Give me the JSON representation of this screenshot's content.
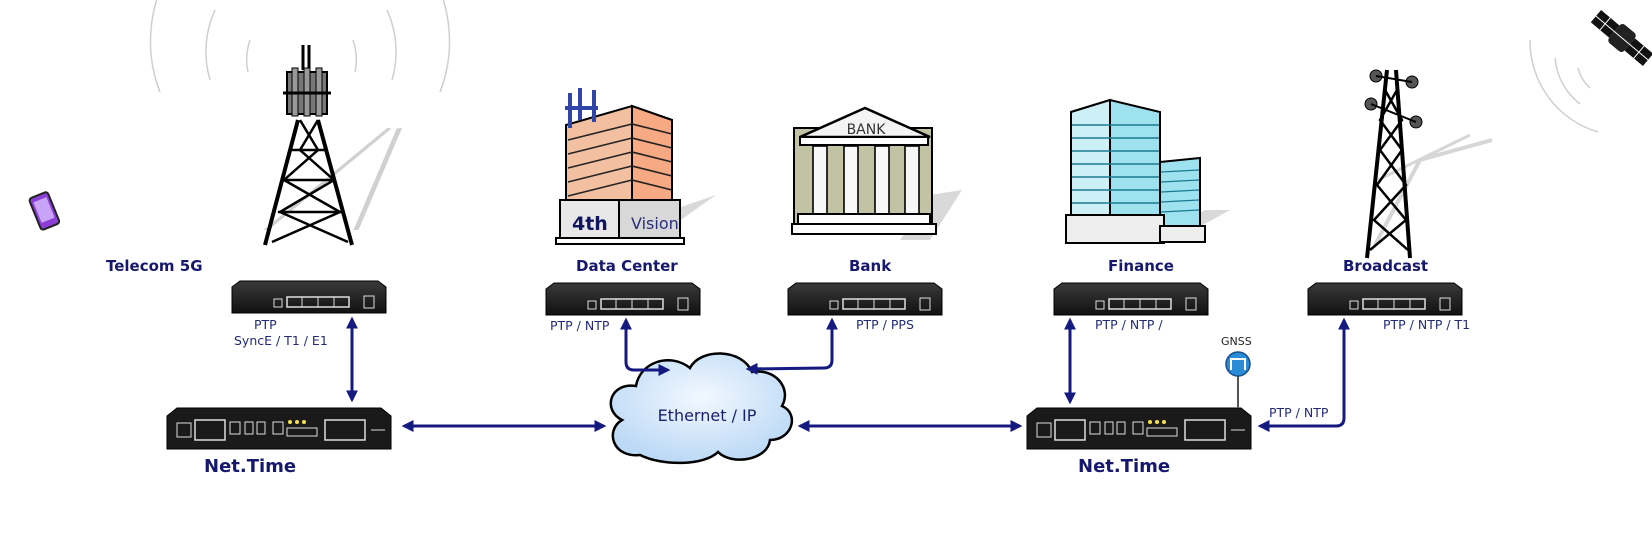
{
  "sites": {
    "telecom": "Telecom 5G",
    "datacenter": "Data Center",
    "bank": "Bank",
    "finance": "Finance",
    "broadcast": "Broadcast"
  },
  "protocols": {
    "telecom_line1": "PTP",
    "telecom_line2": "SyncE / T1 / E1",
    "datacenter": "PTP / NTP",
    "bank": "PTP / PPS",
    "finance": "PTP / NTP /",
    "broadcast": "PTP / NTP / T1",
    "right_link": "PTP / NTP"
  },
  "network": {
    "cloud": "Ethernet / IP"
  },
  "devices": {
    "left": "Net.Time",
    "right": "Net.Time"
  },
  "gnss": "GNSS",
  "building_signs": {
    "bank": "BANK",
    "dc_logo_a": "4th",
    "dc_logo_b": "Vision"
  },
  "colors": {
    "label": "#16186e",
    "arrow": "#141a80",
    "cloud": "#cfe4fa"
  },
  "icons": [
    "cell-tower-icon",
    "phone-icon",
    "data-center-icon",
    "bank-icon",
    "finance-building-icon",
    "broadcast-tower-icon",
    "satellite-icon",
    "switch-icon",
    "grandmaster-clock-icon",
    "gnss-antenna-icon",
    "cloud-icon"
  ]
}
